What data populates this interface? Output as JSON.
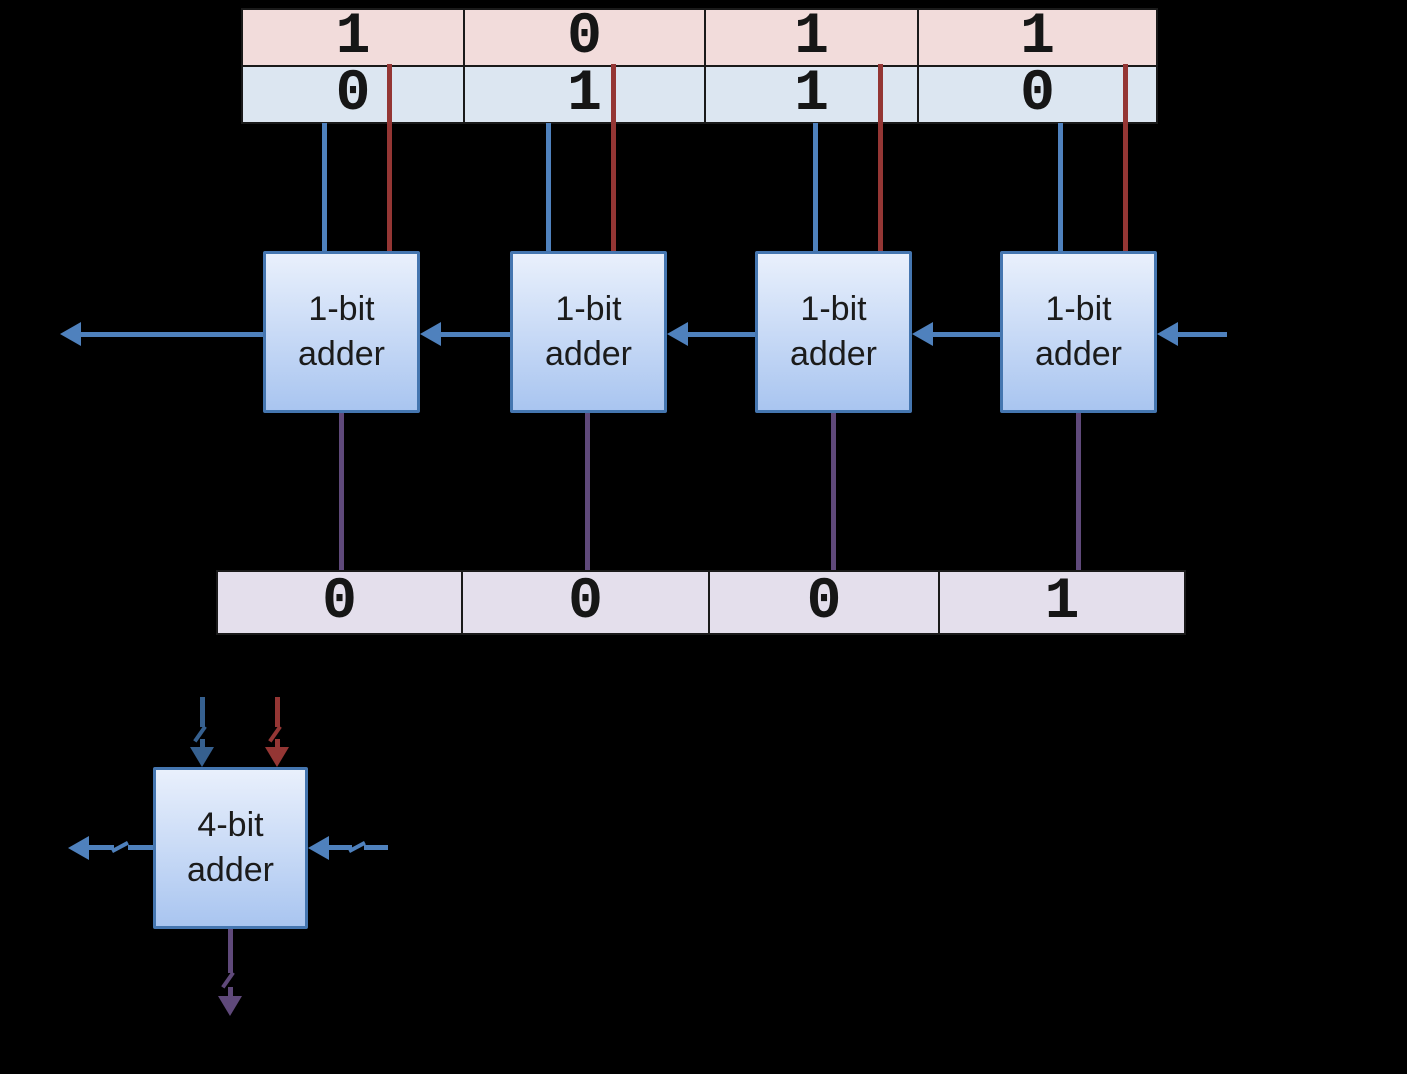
{
  "figure": {
    "operand_a": [
      "1",
      "0",
      "1",
      "1"
    ],
    "operand_b": [
      "0",
      "1",
      "1",
      "0"
    ],
    "sum": [
      "0",
      "0",
      "0",
      "1"
    ],
    "bit_adders": [
      {
        "line1": "1-bit",
        "line2": "adder"
      },
      {
        "line1": "1-bit",
        "line2": "adder"
      },
      {
        "line1": "1-bit",
        "line2": "adder"
      },
      {
        "line1": "1-bit",
        "line2": "adder"
      }
    ],
    "four_bit_adder": {
      "line1": "4-bit",
      "line2": "adder"
    }
  },
  "colors": {
    "background": "#000000",
    "cell_border": "#1a1a1a",
    "digit_color": "#161616",
    "label_color": "#1b1b1b",
    "fill_pink": "#f2dcdb",
    "fill_blue": "#dce6f1",
    "fill_lavender": "#e4dfec",
    "wire_blue": "#4f81bd",
    "wire_red": "#943634",
    "wire_purple": "#5f497a",
    "arrow_navy": "#36608f",
    "box_border": "#4576b0",
    "box_fill_top": "#e9f0fc",
    "box_fill_bottom": "#a9c5f0"
  }
}
